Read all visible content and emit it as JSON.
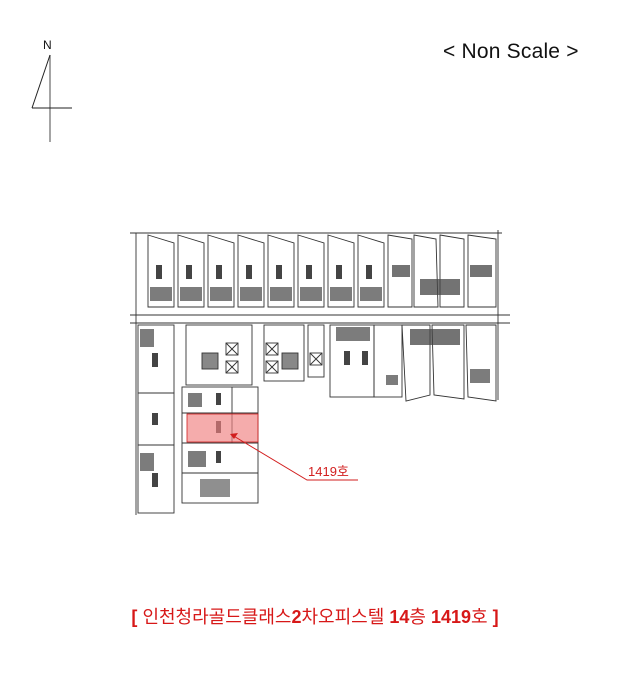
{
  "north_arrow": {
    "label": "N"
  },
  "scale_note": "< Non Scale >",
  "callout": {
    "unit_label": "1419호",
    "color": "#d21e1e"
  },
  "highlight": {
    "unit": "1419호",
    "fill": "#f08080",
    "opacity": 0.65
  },
  "caption": {
    "open_bracket": "[",
    "building": "인천청라골드클래스",
    "phase_num": "2",
    "building_suffix": "차오피스텔",
    "floor_num": "14",
    "floor_suffix": "층",
    "unit_num": "1419",
    "unit_suffix": "호",
    "close_bracket": "]",
    "color": "#d71818"
  }
}
